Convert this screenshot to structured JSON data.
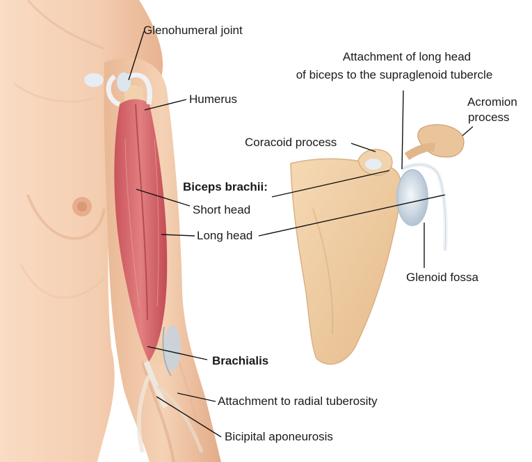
{
  "labels": {
    "glenohumeral_joint": "Glenohumeral joint",
    "humerus": "Humerus",
    "attachment_long_head_line1": "Attachment of long head",
    "attachment_long_head_line2": "of biceps to the supraglenoid tubercle",
    "acromion_line1": "Acromion",
    "acromion_line2": "process",
    "coracoid_process": "Coracoid process",
    "biceps_brachii": "Biceps brachii:",
    "short_head": "Short head",
    "long_head": "Long head",
    "glenoid_fossa": "Glenoid fossa",
    "brachialis": "Brachialis",
    "attachment_radial": "Attachment to radial tuberosity",
    "bicipital_aponeurosis": "Bicipital aponeurosis"
  },
  "colors": {
    "skin": "#f6d2b6",
    "skin_shadow": "#e9b896",
    "muscle": "#d96b6f",
    "muscle_dark": "#b9464d",
    "bone": "#f1cfa4",
    "bone_shadow": "#dcae80",
    "cartilage": "#dfe8f0"
  }
}
